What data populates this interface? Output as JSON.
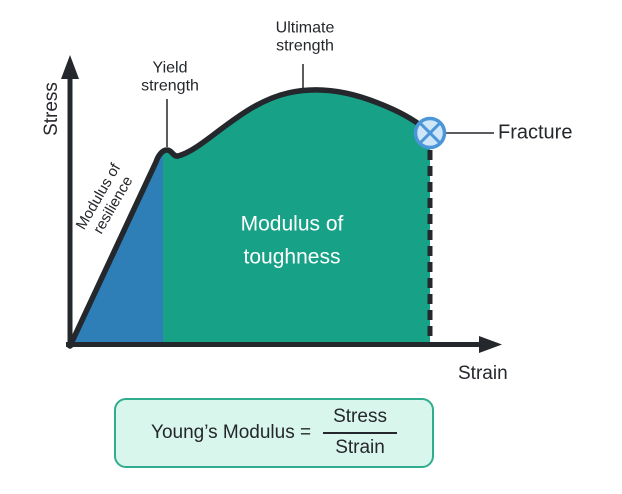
{
  "diagram": {
    "y_axis_label": "Stress",
    "x_axis_label": "Strain",
    "annotations": {
      "yield": "Yield strength",
      "ultimate": "Ultimate strength",
      "fracture": "Fracture",
      "resilience": "Modulus of resilience",
      "toughness": "Modulus of toughness"
    },
    "curve_description": "Stress-strain curve: linear elastic rise to yield bump, arched plastic region to ultimate strength peak, descent to fracture point marked by circled-X; dashed vertical drop line at fracture strain"
  },
  "formula": {
    "lhs": "Young’s Modulus =",
    "numerator": "Stress",
    "denominator": "Strain"
  },
  "colors": {
    "ink": "#24272b",
    "resilience-fill": "#2e7eb8",
    "toughness-fill": "#17a186",
    "circle-fill": "#cfe6f9",
    "circle-stroke": "#4b96d8",
    "box-fill": "#d9f6ed",
    "box-stroke": "#30ac8e"
  }
}
